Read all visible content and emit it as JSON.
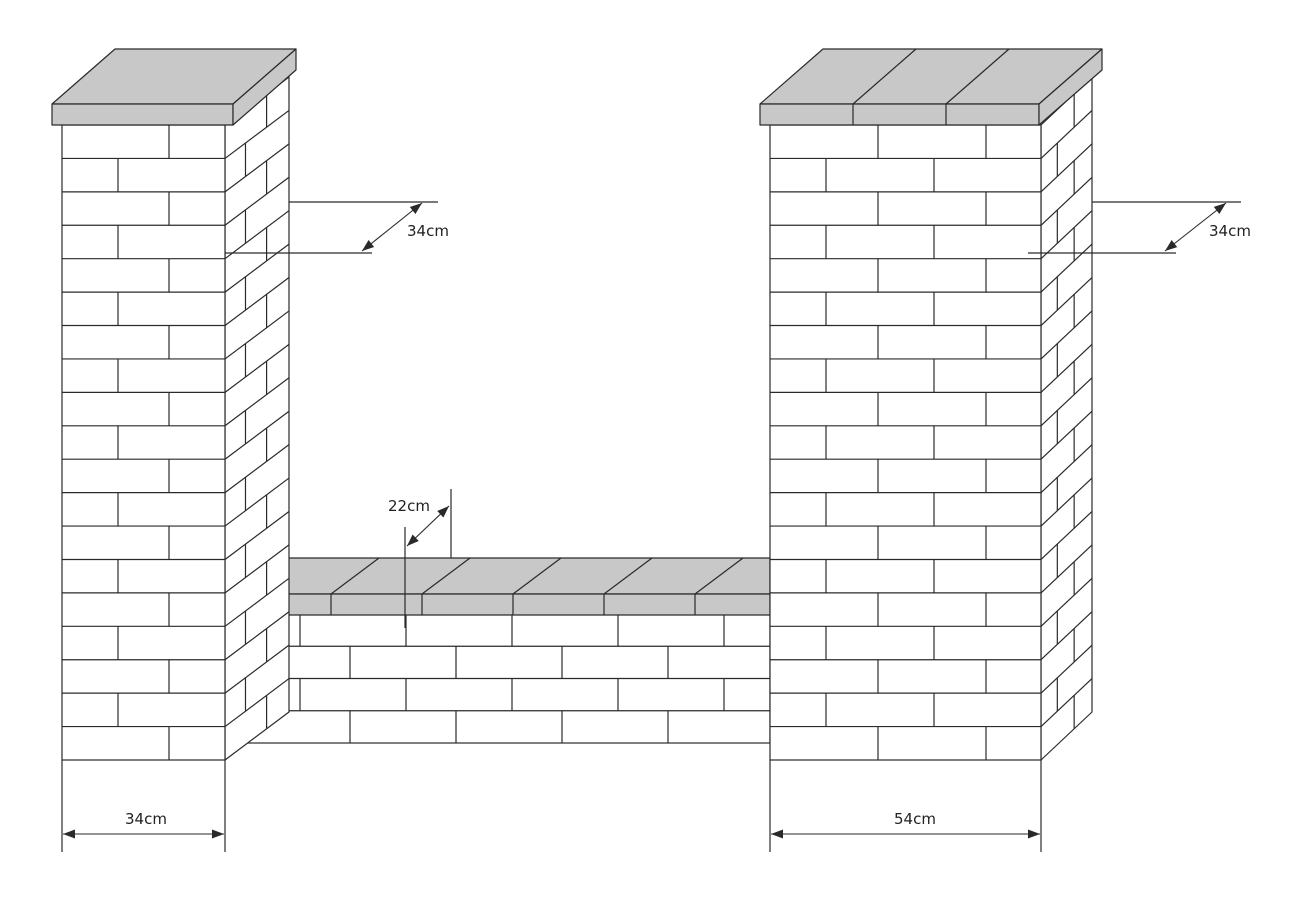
{
  "colors": {
    "background": "#ffffff",
    "line": "#2a2a2a",
    "cap_fill": "#c8c8c8",
    "brick_fill": "#ffffff"
  },
  "dimensions": {
    "left_pillar_depth": "34cm",
    "right_pillar_depth": "34cm",
    "wall_depth": "22cm",
    "left_pillar_width": "34cm",
    "right_pillar_width": "54cm"
  }
}
